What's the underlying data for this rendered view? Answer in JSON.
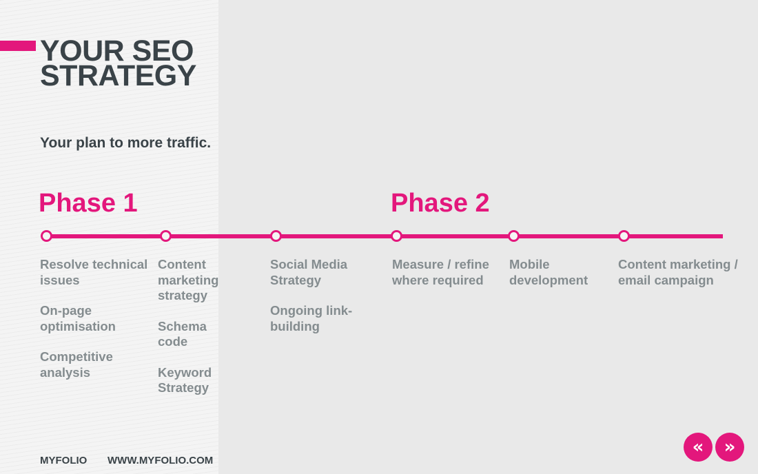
{
  "header": {
    "title_line1": "YOUR SEO",
    "title_line2": "STRATEGY",
    "subtitle": "Your plan to more traffic."
  },
  "phases": {
    "phase1": "Phase 1",
    "phase2": "Phase 2"
  },
  "columns": [
    {
      "items": [
        "Resolve technical issues",
        "On-page optimisation",
        "Competitive analysis"
      ]
    },
    {
      "items": [
        "Content marketing strategy",
        "Schema code",
        "Keyword Strategy"
      ]
    },
    {
      "items": [
        "Social Media Strategy",
        "Ongoing link-building"
      ]
    },
    {
      "items": [
        "Measure / refine where required"
      ]
    },
    {
      "items": [
        "Mobile development"
      ]
    },
    {
      "items": [
        "Content marketing / email campaign"
      ]
    }
  ],
  "footer": {
    "brand": "MYFOLIO",
    "url": "WWW.MYFOLIO.COM"
  },
  "nav": {
    "prev_symbol": "«",
    "next_symbol": "»",
    "prev_icon": "double-chevron-left-icon",
    "next_icon": "double-chevron-right-icon"
  },
  "colors": {
    "accent": "#e3177c",
    "heading": "#3a4348",
    "body_text": "#848c8f",
    "background": "#e9e9e9",
    "panel": "#f4f4f4"
  }
}
